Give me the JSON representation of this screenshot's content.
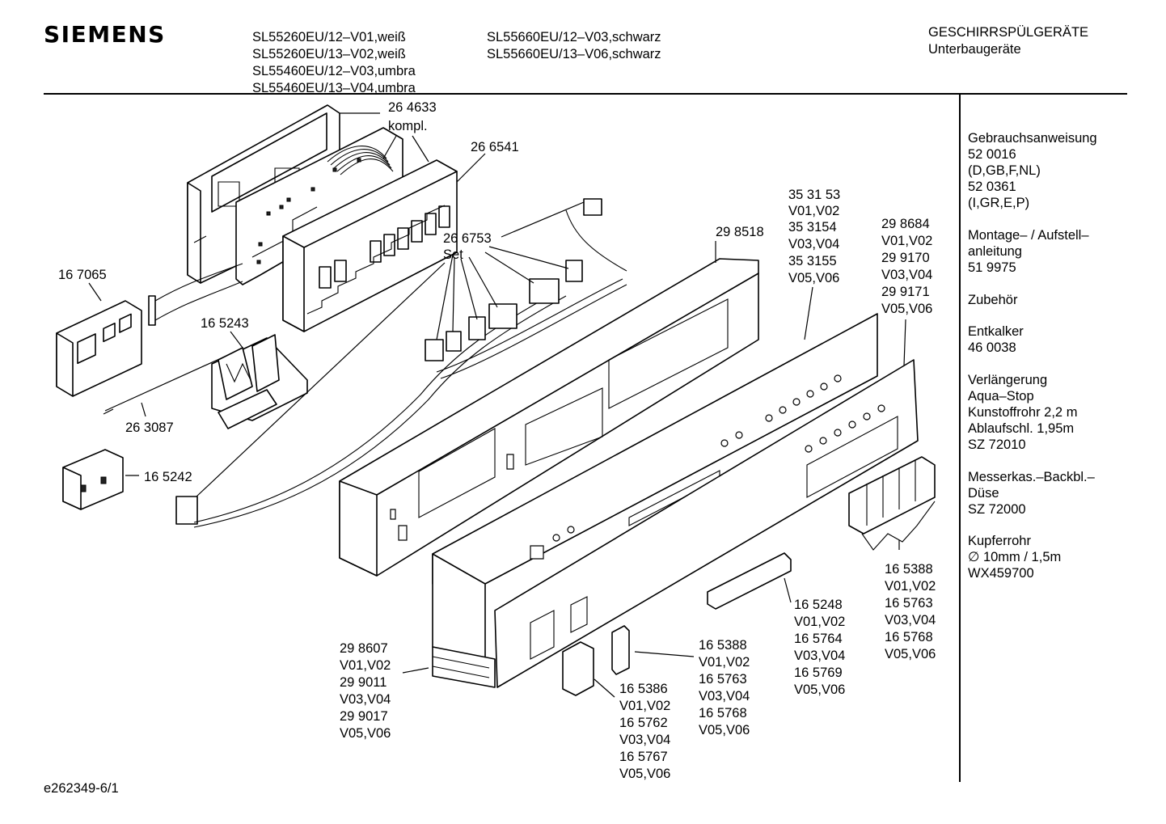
{
  "header": {
    "brand": "SIEMENS",
    "models_col1": [
      "SL55260EU/12–V01,weiß",
      "SL55260EU/13–V02,weiß",
      "SL55460EU/12–V03,umbra",
      "SL55460EU/13–V04,umbra"
    ],
    "models_col2": [
      "SL55660EU/12–V03,schwarz",
      "SL55660EU/13–V06,schwarz"
    ],
    "category": "GESCHIRRSPÜLGERÄTE",
    "subcategory": "Unterbaugeräte"
  },
  "sidebar": {
    "groups": [
      [
        "Gebrauchsanweisung",
        "52 0016",
        "(D,GB,F,NL)",
        "52 0361",
        "(I,GR,E,P)"
      ],
      [
        "Montage– / Aufstell–",
        "anleitung",
        "51 9975"
      ],
      [
        "Zubehör"
      ],
      [
        "Entkalker",
        "46 0038"
      ],
      [
        "Verlängerung",
        "Aqua–Stop",
        "Kunstoffrohr 2,2 m",
        "Ablaufschl. 1,95m",
        "SZ 72010"
      ],
      [
        "Messerkas.–Backbl.–",
        "Düse",
        "SZ 72000"
      ],
      [
        "Kupferrohr",
        "∅ 10mm / 1,5m",
        "WX459700"
      ]
    ]
  },
  "labels": {
    "p264633": [
      "26 4633",
      "kompl."
    ],
    "p266541": [
      "26 6541"
    ],
    "p266753": [
      "26 6753",
      "Set"
    ],
    "p167065": [
      "16 7065"
    ],
    "p165243": [
      "16 5243"
    ],
    "p263087": [
      "26 3087"
    ],
    "p165242": [
      "16 5242"
    ],
    "p298518": [
      "29 8518"
    ],
    "p353153": [
      "35 31 53",
      "V01,V02",
      "35 3154",
      "V03,V04",
      "35 3155",
      "V05,V06"
    ],
    "p298684": [
      "29 8684",
      "V01,V02",
      "29 9170",
      "V03,V04",
      "29 9171",
      "V05,V06"
    ],
    "p298607": [
      "29 8607",
      "V01,V02",
      "29 9011",
      "V03,V04",
      "29 9017",
      "V05,V06"
    ],
    "p165386": [
      "16 5386",
      "V01,V02",
      "16 5762",
      "V03,V04",
      "16 5767",
      "V05,V06"
    ],
    "p165388a": [
      "16 5388",
      "V01,V02",
      "16 5763",
      "V03,V04",
      "16 5768",
      "V05,V06"
    ],
    "p165248": [
      "16 5248",
      "V01,V02",
      "16 5764",
      "V03,V04",
      "16 5769",
      "V05,V06"
    ],
    "p165388b": [
      "16 5388",
      "V01,V02",
      "16 5763",
      "V03,V04",
      "16 5768",
      "V05,V06"
    ]
  },
  "footer": {
    "drawing_id": "e262349-6/1"
  }
}
